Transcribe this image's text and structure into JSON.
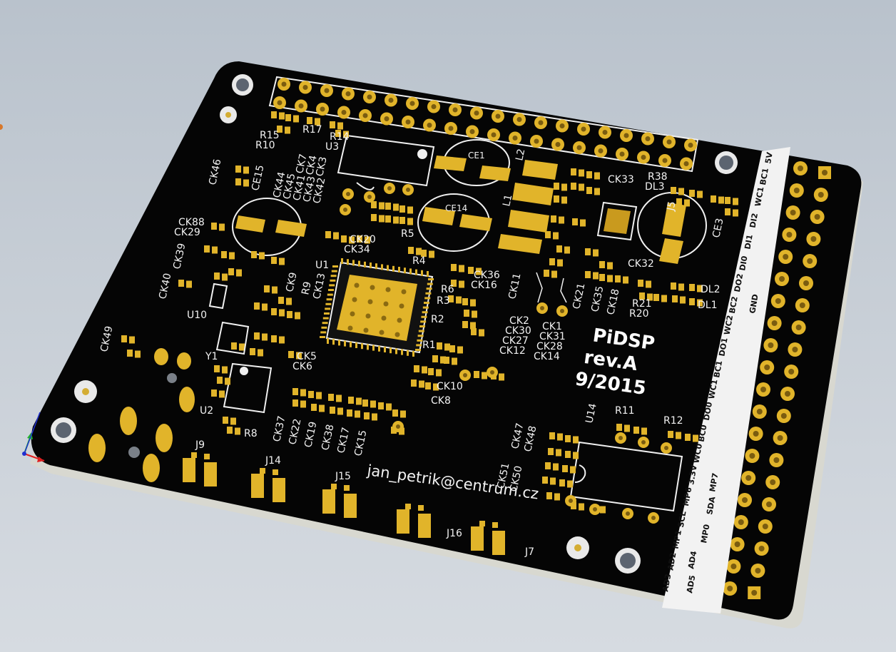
{
  "board": {
    "title": "PiDSP",
    "revision": "rev.A",
    "date": "9/2015",
    "author": "jan_petrik@centrum.cz"
  },
  "colors": {
    "soldermask": "#050505",
    "pad": "#e1b42a",
    "silkscreen": "#f2f2f2",
    "board_edge": "#d8d8d0",
    "background": "#c5ccd4"
  },
  "designators": {
    "u1": "U1",
    "u2": "U2",
    "u3": "U3",
    "u10": "U10",
    "u14": "U14",
    "y1": "Y1",
    "l1": "L1",
    "l2": "L2",
    "j5": "J5",
    "j7": "J7",
    "j9": "J9",
    "j14": "J14",
    "j15": "J15",
    "j16": "J16",
    "ce1": "CE1",
    "ce3": "CE3",
    "ce14": "CE14",
    "ce15": "CE15",
    "dl1": "DL1",
    "dl2": "DL2",
    "dl3": "DL3",
    "r1": "R1",
    "r2": "R2",
    "r3": "R3",
    "r4": "R4",
    "r5": "R5",
    "r6": "R6",
    "r8": "R8",
    "r9": "R9",
    "r10": "R10",
    "r11": "R11",
    "r12": "R12",
    "r14": "R14",
    "r15": "R15",
    "r17": "R17",
    "r20": "R20",
    "r21": "R21",
    "r38": "R38",
    "ck1": "CK1",
    "ck2": "CK2",
    "ck3": "CK3",
    "ck4": "CK4",
    "ck5": "CK5",
    "ck6": "CK6",
    "ck7": "CK7",
    "ck8": "CK8",
    "ck9": "CK9",
    "ck10": "CK10",
    "ck11": "CK11",
    "ck12": "CK12",
    "ck13": "CK13",
    "ck14": "CK14",
    "ck15": "CK15",
    "ck16": "CK16",
    "ck17": "CK17",
    "ck18": "CK18",
    "ck19": "CK19",
    "ck20": "CK20",
    "ck21": "CK21",
    "ck22": "CK22",
    "ck27": "CK27",
    "ck28": "CK28",
    "ck29": "CK29",
    "ck30": "CK30",
    "ck31": "CK31",
    "ck32": "CK32",
    "ck33": "CK33",
    "ck34": "CK34",
    "ck35": "CK35",
    "ck36": "CK36",
    "ck37": "CK37",
    "ck38": "CK38",
    "ck39": "CK39",
    "ck40": "CK40",
    "ck41": "CK41",
    "ck42": "CK42",
    "ck43": "CK43",
    "ck44": "CK44",
    "ck45": "CK45",
    "ck46": "CK46",
    "ck47": "CK47",
    "ck48": "CK48",
    "ck49": "CK49",
    "ck50": "CK50",
    "ck51": "CK51",
    "ck88": "CK88"
  },
  "connector_labels": {
    "row_top": [
      "5V",
      "BC1",
      "WC1",
      "DI2",
      "DI1",
      "DI0",
      "DO2",
      "BC2",
      "WC2",
      "DO1",
      "BC1",
      "WC1",
      "DO0",
      "BC0",
      "WC0",
      "3.3V",
      "MP6",
      "SCL",
      "MP1",
      "AD2",
      "AD3"
    ],
    "row_bottom": [
      "GND",
      "MP7",
      "SDA",
      "MP0",
      "AD4",
      "AD5"
    ]
  },
  "axis_triad": [
    "x-axis",
    "y-axis",
    "z-axis"
  ]
}
